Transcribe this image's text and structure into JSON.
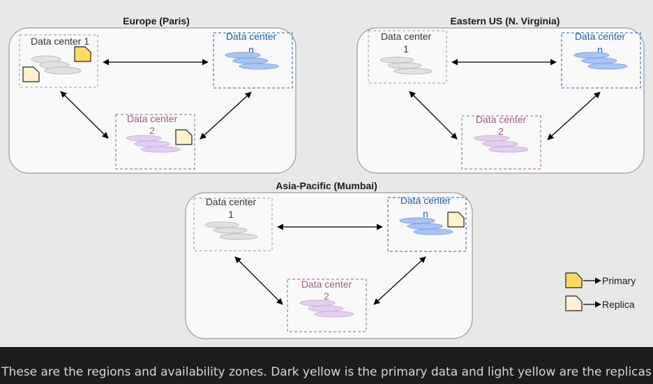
{
  "regions": [
    {
      "title": "Europe (Paris)",
      "dc_a": {
        "line1": "Data center 1",
        "line2": ""
      },
      "dc_b": {
        "line1": "Data center",
        "line2": "n"
      },
      "dc_c": {
        "line1": "Data center",
        "line2": "2"
      }
    },
    {
      "title": "Eastern US (N. Virginia)",
      "dc_a": {
        "line1": "Data center",
        "line2": "1"
      },
      "dc_b": {
        "line1": "Data center",
        "line2": "n"
      },
      "dc_c": {
        "line1": "Data center",
        "line2": "2"
      }
    },
    {
      "title": "Asia-Pacific (Mumbai)",
      "dc_a": {
        "line1": "Data center",
        "line2": "1"
      },
      "dc_b": {
        "line1": "Data center",
        "line2": "n"
      },
      "dc_c": {
        "line1": "Data center",
        "line2": "2"
      }
    }
  ],
  "legend": {
    "primary": "Primary",
    "replica": "Replica"
  },
  "caption": "These are the regions and availability zones. Dark yellow is the primary data and light yellow are the replicas",
  "colors": {
    "primary": "#ffd966",
    "replica": "#fff2cc",
    "gray_dc": "#666666",
    "blue_dc": "#1b5fa8",
    "purple_dc": "#9c5a84",
    "disk_gray": "#e1e1e1",
    "disk_blue": "#a9c4f5",
    "disk_purple": "#e4cff0"
  }
}
